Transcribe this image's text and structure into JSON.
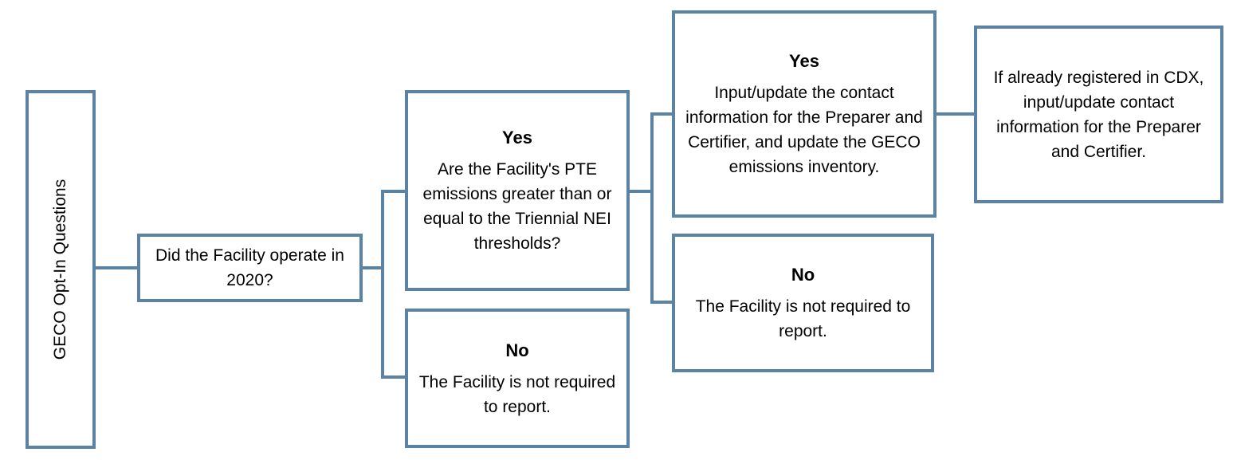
{
  "diagram": {
    "type": "flowchart",
    "accent_color": "#5B83A6",
    "text_color": "#000000",
    "background_color": "#FFFFFF",
    "nodes": {
      "root": {
        "label": "GECO Opt-In Questions"
      },
      "q_operate": {
        "text": "Did the Facility operate in 2020?"
      },
      "operate_yes": {
        "header": "Yes",
        "text": "Are the Facility's PTE emissions greater than or equal to the Triennial NEI thresholds?"
      },
      "operate_no": {
        "header": "No",
        "text": "The Facility is not required to report."
      },
      "pte_yes": {
        "header": "Yes",
        "text": "Input/update the contact information for the Preparer and Certifier, and update the GECO emissions inventory."
      },
      "pte_no": {
        "header": "No",
        "text": "The Facility is not required to report."
      },
      "cdx_note": {
        "text": "If already registered in CDX, input/update contact information for the Preparer and Certifier."
      }
    },
    "edges": [
      {
        "from": "root",
        "to": "q_operate"
      },
      {
        "from": "q_operate",
        "to": "operate_yes"
      },
      {
        "from": "q_operate",
        "to": "operate_no"
      },
      {
        "from": "operate_yes",
        "to": "pte_yes"
      },
      {
        "from": "operate_yes",
        "to": "pte_no"
      },
      {
        "from": "pte_yes",
        "to": "cdx_note"
      }
    ]
  }
}
